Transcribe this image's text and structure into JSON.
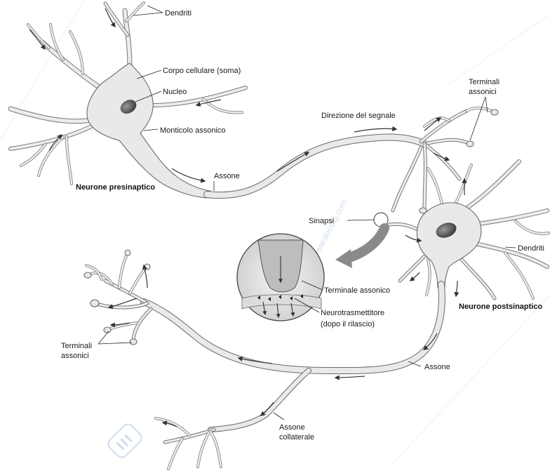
{
  "labels": {
    "dendrites_top": "Dendriti",
    "soma": "Corpo cellulare (soma)",
    "nucleus": "Nucleo",
    "axon_hillock": "Monticolo assonico",
    "presynaptic": "Neurone presinaptico",
    "axon_top": "Assone",
    "signal_direction": "Direzione del segnale",
    "axon_terminals_top_1": "Terminali",
    "axon_terminals_top_2": "assonici",
    "synapse": "Sinapsi",
    "dendrites_right": "Dendriti",
    "axon_terminal": "Terminale assonico",
    "neurotransmitter_1": "Neurotrasmettitore",
    "neurotransmitter_2": "(dopo il rilascio)",
    "postsynaptic": "Neurone postsinaptico",
    "axon_terminals_left_1": "Terminali",
    "axon_terminals_left_2": "assonici",
    "axon_bottom": "Assone",
    "collateral_1": "Assone",
    "collateral_2": "collaterale"
  },
  "watermark": {
    "text": "www.docsity.com",
    "color": "#b9cfe6"
  },
  "colors": {
    "neuron_fill": "#e9e9e9",
    "neuron_outline": "#6a6a6a",
    "nucleus": "#555555",
    "big_arrow": "#8a8a8a"
  }
}
